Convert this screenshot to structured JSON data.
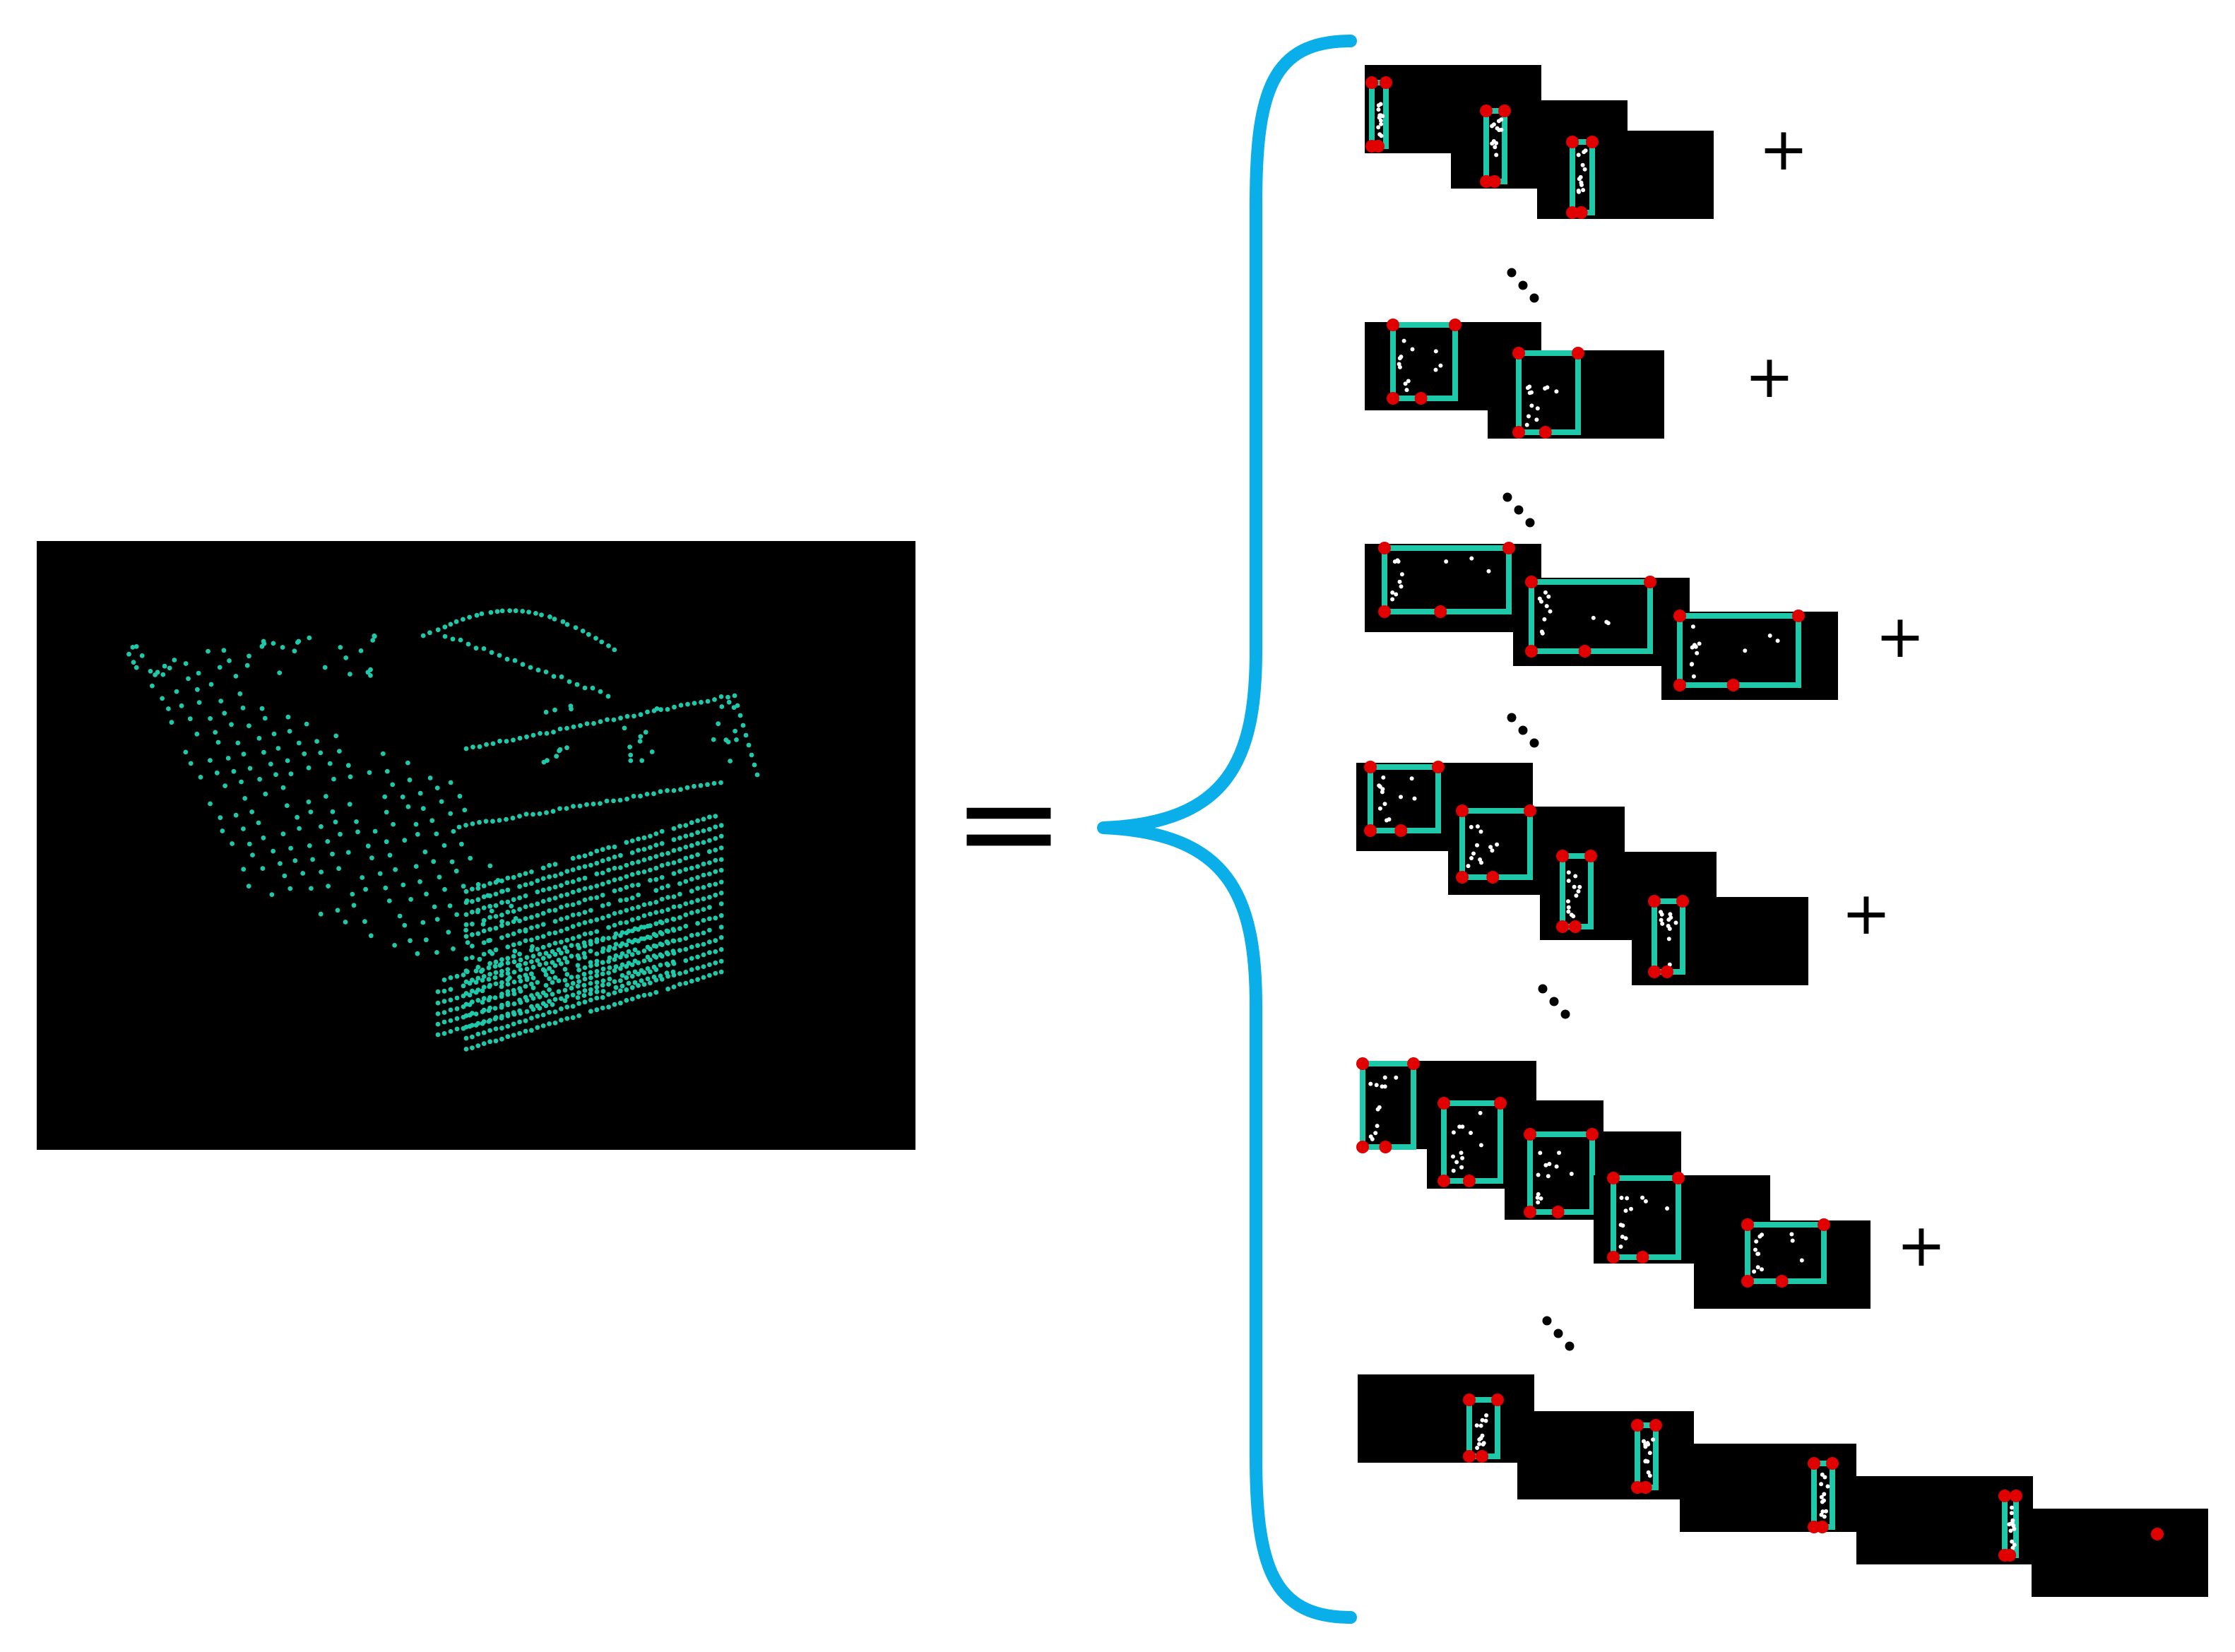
{
  "colors": {
    "background": "#ffffff",
    "panel": "#000000",
    "point_cloud": "#1fc8a8",
    "brace": "#0aaee8",
    "box_outline": "#1fc8a8",
    "corner_marker": "#e00000",
    "slice_points": "#ffffff",
    "ellipsis": "#000000"
  },
  "symbols": {
    "equals": "=",
    "plus": "+"
  },
  "decomposition": {
    "row_count": 6,
    "slices_per_row": [
      3,
      2,
      3,
      4,
      5,
      5
    ]
  }
}
